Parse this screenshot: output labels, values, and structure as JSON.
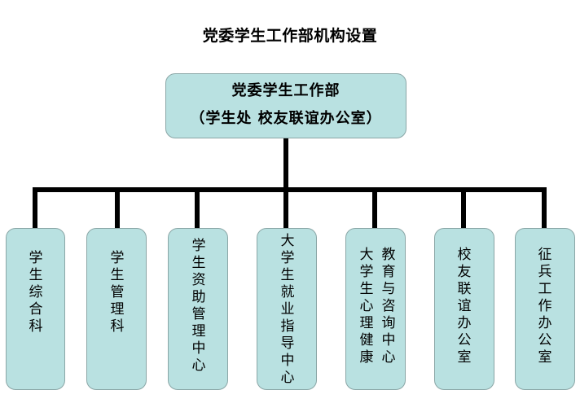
{
  "title": "党委学生工作部机构设置",
  "top_unit": {
    "line1": "党委学生工作部",
    "line2": "（学生处 校友联谊办公室）"
  },
  "units": [
    {
      "label": "学生综合科"
    },
    {
      "label": "学生管理科"
    },
    {
      "label": "学生资助管理中心"
    },
    {
      "label": "大学生就业指导中心"
    },
    {
      "label_col1": "大学生心理健康",
      "label_col2": "教育与咨询中心"
    },
    {
      "label": "校友联谊办公室"
    },
    {
      "label": "征兵工作办公室"
    }
  ],
  "colors": {
    "box_fill": "#b9e1e1",
    "box_border": "#8aa6a6",
    "connector": "#000000"
  }
}
